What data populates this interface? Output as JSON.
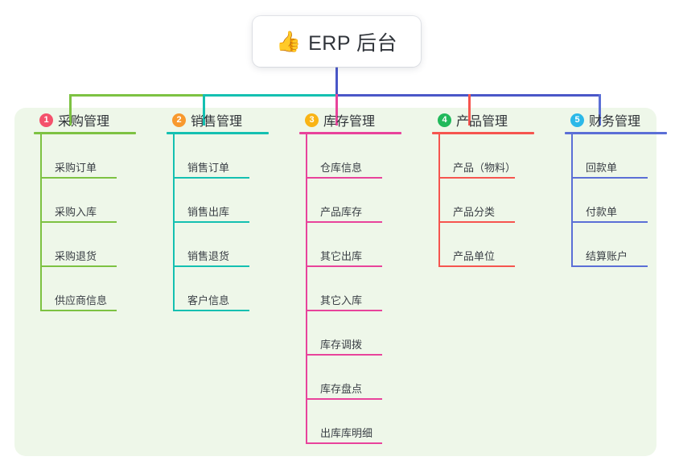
{
  "diagram": {
    "type": "mindmap",
    "root": {
      "emoji": "👍",
      "emoji_name": "thumbs-up-emoji",
      "title": "ERP 后台"
    },
    "canvas_color": "#eef7e9",
    "trunk_color": "#4a57c8",
    "branches": [
      {
        "index": "1",
        "title": "采购管理",
        "color": "#7dc242",
        "badge_color": "#f4516c",
        "items": [
          "采购订单",
          "采购入库",
          "采购退货",
          "供应商信息"
        ]
      },
      {
        "index": "2",
        "title": "销售管理",
        "color": "#14c0b1",
        "badge_color": "#f8992e",
        "items": [
          "销售订单",
          "销售出库",
          "销售退货",
          "客户信息"
        ]
      },
      {
        "index": "3",
        "title": "库存管理",
        "color": "#e8439b",
        "badge_color": "#f9b415",
        "items": [
          "仓库信息",
          "产品库存",
          "其它出库",
          "其它入库",
          "库存调拨",
          "库存盘点",
          "出库库明细"
        ]
      },
      {
        "index": "4",
        "title": "产品管理",
        "color": "#f6554f",
        "badge_color": "#21b95b",
        "items": [
          "产品（物料）",
          "产品分类",
          "产品单位"
        ]
      },
      {
        "index": "5",
        "title": "财务管理",
        "color": "#5b6fd6",
        "badge_color": "#2bb8e8",
        "items": [
          "回款单",
          "付款单",
          "结算账户"
        ]
      }
    ]
  }
}
